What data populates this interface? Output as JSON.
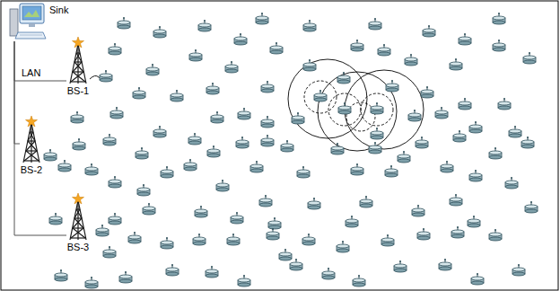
{
  "diagram": {
    "nodes": [
      {
        "text": [
          "Sink"
        ]
      },
      {
        "text": [
          "BS-1"
        ]
      },
      {
        "text": [
          "BS-2"
        ]
      },
      {
        "text": [
          "BS-3"
        ]
      }
    ],
    "edges": [
      {
        "from": 0,
        "to": 1,
        "arrow": "none",
        "label": "LAN"
      },
      {
        "from": 0,
        "to": 2,
        "arrow": "none"
      },
      {
        "from": 0,
        "to": 3,
        "arrow": "none"
      }
    ]
  }
}
